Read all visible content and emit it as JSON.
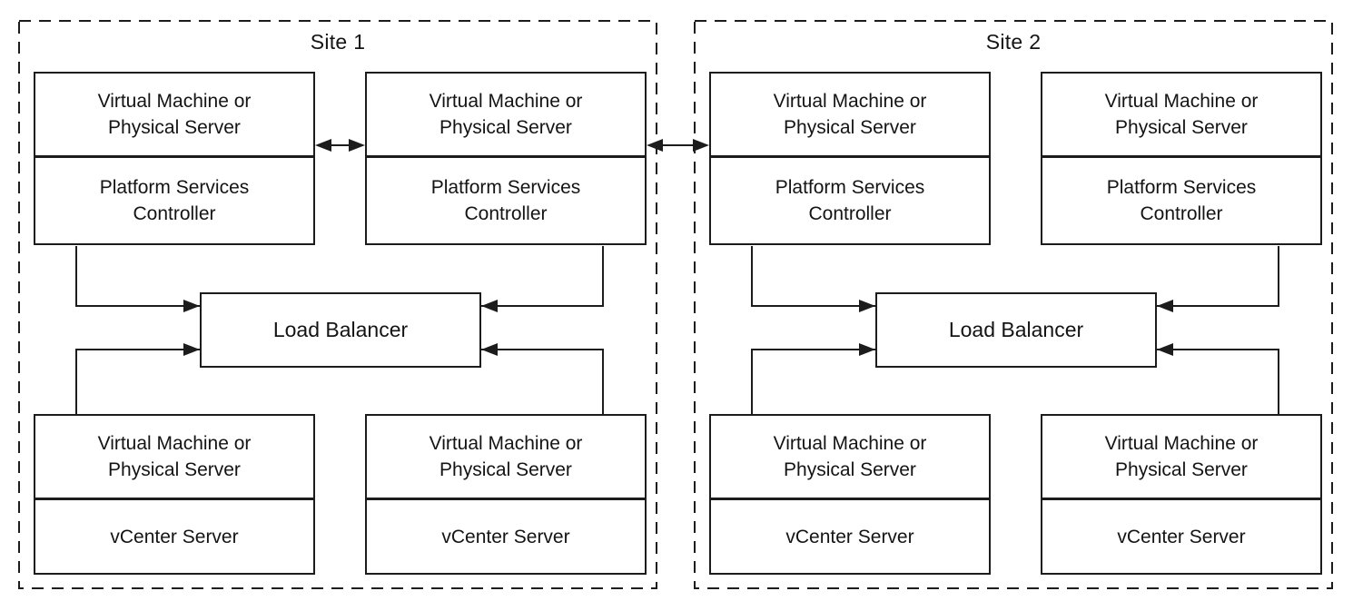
{
  "colors": {
    "line": "#1c1c1c",
    "background": "#ffffff",
    "text": "#141414"
  },
  "sites": [
    {
      "label": "Site 1",
      "psc_left": {
        "line1": "Virtual Machine or",
        "line2": "Physical Server",
        "line3": "Platform Services",
        "line4": "Controller"
      },
      "psc_right": {
        "line1": "Virtual Machine or",
        "line2": "Physical Server",
        "line3": "Platform Services",
        "line4": "Controller"
      },
      "load_balancer": "Load Balancer",
      "vcenter_left": {
        "line1": "Virtual Machine or",
        "line2": "Physical Server",
        "line3": "vCenter Server"
      },
      "vcenter_right": {
        "line1": "Virtual Machine or",
        "line2": "Physical Server",
        "line3": "vCenter Server"
      }
    },
    {
      "label": "Site 2",
      "psc_left": {
        "line1": "Virtual Machine or",
        "line2": "Physical Server",
        "line3": "Platform Services",
        "line4": "Controller"
      },
      "psc_right": {
        "line1": "Virtual Machine or",
        "line2": "Physical Server",
        "line3": "Platform Services",
        "line4": "Controller"
      },
      "load_balancer": "Load Balancer",
      "vcenter_left": {
        "line1": "Virtual Machine or",
        "line2": "Physical Server",
        "line3": "vCenter Server"
      },
      "vcenter_right": {
        "line1": "Virtual Machine or",
        "line2": "Physical Server",
        "line3": "vCenter Server"
      }
    }
  ]
}
